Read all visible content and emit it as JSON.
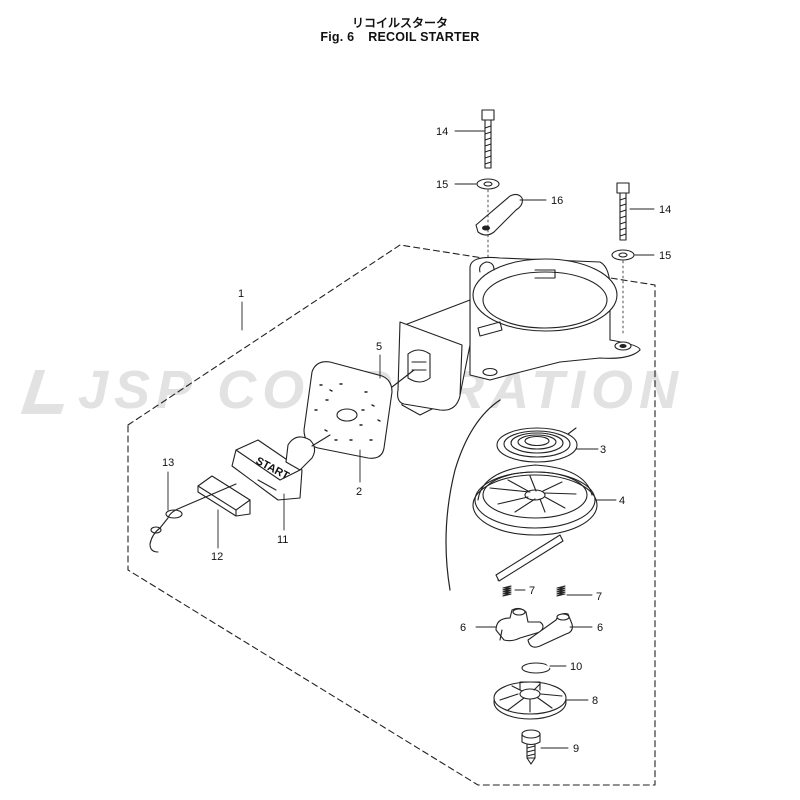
{
  "header": {
    "title_ja": "リコイルスタータ",
    "fig_label": "Fig. 6",
    "fig_title": "RECOIL STARTER"
  },
  "watermark": "JSP CORPORATION",
  "handle_text": "START",
  "part_labels": {
    "p1": "1",
    "p2": "2",
    "p3": "3",
    "p4": "4",
    "p5": "5",
    "p6a": "6",
    "p6b": "6",
    "p7a": "7",
    "p7b": "7",
    "p8": "8",
    "p9": "9",
    "p10": "10",
    "p11": "11",
    "p12": "12",
    "p13": "13",
    "p14a": "14",
    "p14b": "14",
    "p15a": "15",
    "p15b": "15",
    "p16": "16"
  },
  "colors": {
    "line": "#222222",
    "watermark": "#e2e2e2",
    "background": "#ffffff"
  }
}
